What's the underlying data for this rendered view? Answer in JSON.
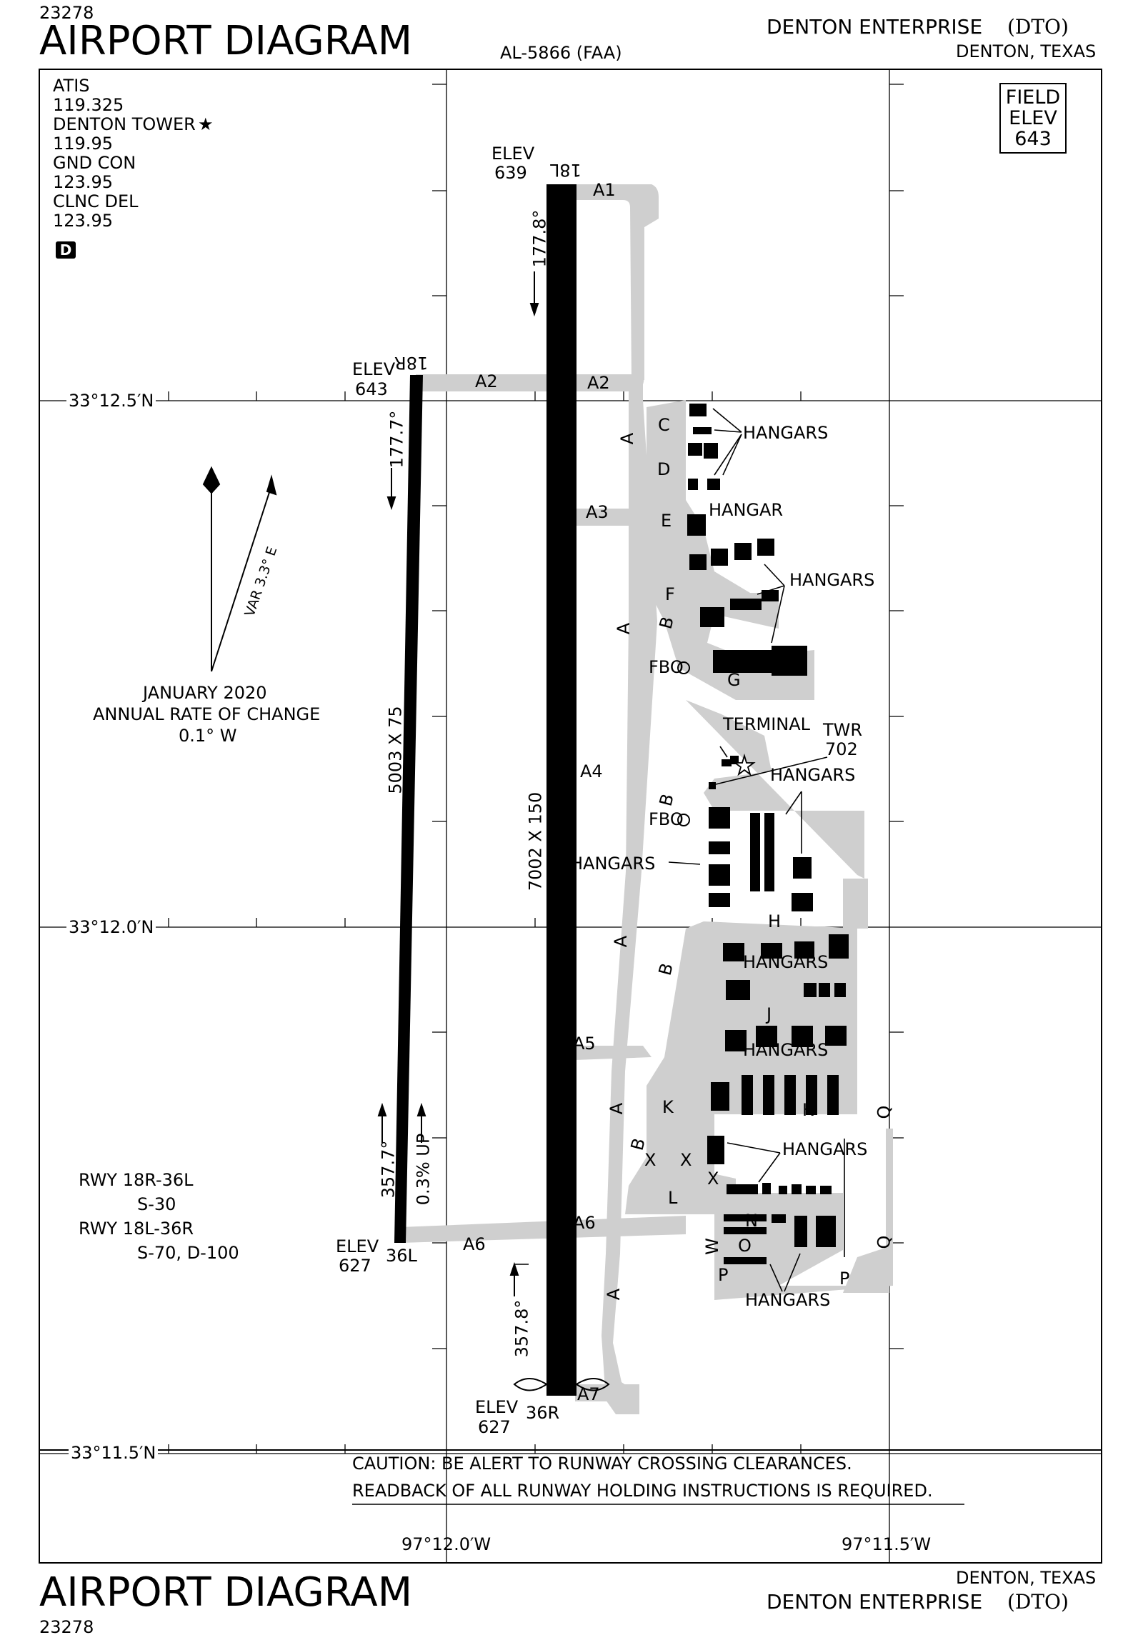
{
  "header": {
    "chart_number": "23278",
    "title": "AIRPORT DIAGRAM",
    "al_number": "AL-5866 (FAA)",
    "airport_name": "DENTON ENTERPRISE",
    "airport_id": "(DTO)",
    "city_state": "DENTON, TEXAS"
  },
  "frequencies": {
    "atis_label": "ATIS",
    "atis_freq": "119.325",
    "tower_label": "DENTON TOWER",
    "tower_freq": "119.95",
    "gnd_label": "GND CON",
    "gnd_freq": "123.95",
    "clnc_label": "CLNC DEL",
    "clnc_freq": "123.95",
    "d_symbol": "D",
    "tower_star": "★"
  },
  "field_elev": {
    "line1": "FIELD",
    "line2": "ELEV",
    "value": "643"
  },
  "latitudes": [
    "33°12.5′N",
    "33°12.0′N",
    "33°11.5′N"
  ],
  "longitudes": [
    "97°12.0′W",
    "97°11.5′W"
  ],
  "magnetic": {
    "variation": "VAR 3.3° E",
    "date": "JANUARY 2020",
    "rate_label": "ANNUAL RATE OF CHANGE",
    "rate_value": "0.1° W"
  },
  "runways": {
    "rwy18L": "18L",
    "rwy18R": "18R",
    "rwy36L": "36L",
    "rwy36R": "36R",
    "elev_label": "ELEV",
    "elev_18L": "639",
    "elev_18R": "643",
    "elev_36L": "627",
    "elev_36R": "627",
    "hdg_177_8": "177.8°",
    "hdg_177_7": "177.7°",
    "hdg_357_7": "357.7°",
    "hdg_357_8": "357.8°",
    "dims_west": "5003 X 75",
    "dims_east": "7002 X 150",
    "slope": "0.3% UP"
  },
  "taxiways": {
    "A1": "A1",
    "A2": "A2",
    "A3": "A3",
    "A4": "A4",
    "A5": "A5",
    "A6": "A6",
    "A7": "A7",
    "A": "A",
    "B": "B",
    "C": "C",
    "D": "D",
    "E": "E",
    "F": "F",
    "G": "G",
    "H": "H",
    "J": "J",
    "K": "K",
    "L": "L",
    "N": "N",
    "O": "O",
    "P": "P",
    "Q": "Q",
    "W": "W",
    "X": "X"
  },
  "facilities": {
    "hangars": "HANGARS",
    "hangar": "HANGAR",
    "fbo": "FBO",
    "terminal": "TERMINAL",
    "twr_label": "TWR",
    "twr_value": "702"
  },
  "strength": {
    "rwy1": "RWY 18R-36L",
    "rwy1_val": "S-30",
    "rwy2": "RWY 18L-36R",
    "rwy2_val": "S-70, D-100"
  },
  "caution": {
    "line1": "CAUTION: BE ALERT TO RUNWAY CROSSING CLEARANCES.",
    "line2": "READBACK OF ALL RUNWAY HOLDING INSTRUCTIONS IS REQUIRED."
  }
}
